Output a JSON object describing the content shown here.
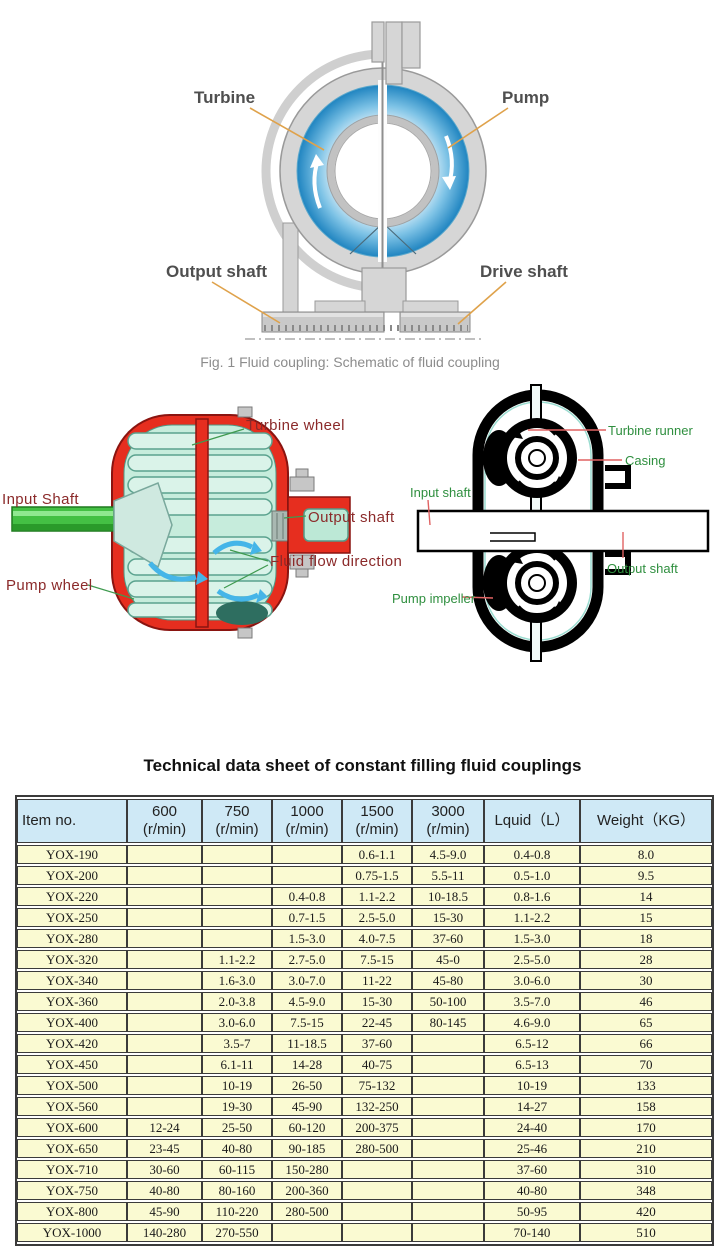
{
  "figure1": {
    "labels": {
      "turbine": "Turbine",
      "pump": "Pump",
      "output_shaft": "Output shaft",
      "drive_shaft": "Drive shaft"
    },
    "caption": "Fig. 1 Fluid coupling: Schematic of fluid coupling"
  },
  "figure2": {
    "labels": {
      "turbine_wheel": "Turbine wheel",
      "input_shaft": "Input Shaft",
      "output_shaft": "Output shaft",
      "fluid_flow": "Fluid flow direction",
      "pump_wheel": "Pump wheel"
    }
  },
  "figure3": {
    "labels": {
      "turbine_runner": "Turbine runner",
      "casing": "Casing",
      "input_shaft": "Input shaft",
      "output_shaft": "Output shaft",
      "pump_impeller": "Pump impeller"
    }
  },
  "table": {
    "title": "Technical data sheet of constant filling fluid couplings",
    "headers": [
      "Item no.",
      "600\n(r/min)",
      "750\n(r/min)",
      "1000\n(r/min)",
      "1500\n(r/min)",
      "3000\n(r/min)",
      "Lquid（L）",
      "Weight（KG）"
    ],
    "rows": [
      [
        "YOX-190",
        "",
        "",
        "",
        "0.6-1.1",
        "4.5-9.0",
        "0.4-0.8",
        "8.0"
      ],
      [
        "YOX-200",
        "",
        "",
        "",
        "0.75-1.5",
        "5.5-11",
        "0.5-1.0",
        "9.5"
      ],
      [
        "YOX-220",
        "",
        "",
        "0.4-0.8",
        "1.1-2.2",
        "10-18.5",
        "0.8-1.6",
        "14"
      ],
      [
        "YOX-250",
        "",
        "",
        "0.7-1.5",
        "2.5-5.0",
        "15-30",
        "1.1-2.2",
        "15"
      ],
      [
        "YOX-280",
        "",
        "",
        "1.5-3.0",
        "4.0-7.5",
        "37-60",
        "1.5-3.0",
        "18"
      ],
      [
        "YOX-320",
        "",
        "1.1-2.2",
        "2.7-5.0",
        "7.5-15",
        "45-0",
        "2.5-5.0",
        "28"
      ],
      [
        "YOX-340",
        "",
        "1.6-3.0",
        "3.0-7.0",
        "11-22",
        "45-80",
        "3.0-6.0",
        "30"
      ],
      [
        "YOX-360",
        "",
        "2.0-3.8",
        "4.5-9.0",
        "15-30",
        "50-100",
        "3.5-7.0",
        "46"
      ],
      [
        "YOX-400",
        "",
        "3.0-6.0",
        "7.5-15",
        "22-45",
        "80-145",
        "4.6-9.0",
        "65"
      ],
      [
        "YOX-420",
        "",
        "3.5-7",
        "11-18.5",
        "37-60",
        "",
        "6.5-12",
        "66"
      ],
      [
        "YOX-450",
        "",
        "6.1-11",
        "14-28",
        "40-75",
        "",
        "6.5-13",
        "70"
      ],
      [
        "YOX-500",
        "",
        "10-19",
        "26-50",
        "75-132",
        "",
        "10-19",
        "133"
      ],
      [
        "YOX-560",
        "",
        "19-30",
        "45-90",
        "132-250",
        "",
        "14-27",
        "158"
      ],
      [
        "YOX-600",
        "12-24",
        "25-50",
        "60-120",
        "200-375",
        "",
        "24-40",
        "170"
      ],
      [
        "YOX-650",
        "23-45",
        "40-80",
        "90-185",
        "280-500",
        "",
        "25-46",
        "210"
      ],
      [
        "YOX-710",
        "30-60",
        "60-115",
        "150-280",
        "",
        "",
        "37-60",
        "310"
      ],
      [
        "YOX-750",
        "40-80",
        "80-160",
        "200-360",
        "",
        "",
        "40-80",
        "348"
      ],
      [
        "YOX-800",
        "45-90",
        "110-220",
        "280-500",
        "",
        "",
        "50-95",
        "420"
      ],
      [
        "YOX-1000",
        "140-280",
        "270-550",
        "",
        "",
        "",
        "70-140",
        "510"
      ]
    ]
  },
  "colors": {
    "fig1-label": "#4f4f4f",
    "caption-gray": "#8c8c8c",
    "accent-orange": "#dfa24b",
    "fig1-blue": "#1f84c0",
    "fig2-label": "#8b2a2a",
    "fig2-leader": "#3f9a4f",
    "fig2-red": "#e62e1f",
    "fig2-mint": "#c6ecdc",
    "fig2-shaft-green": "#44c044",
    "fig3-label": "#2f8f3f",
    "fig3-leader": "#e06262",
    "table-header-bg": "#cfe9f6",
    "table-row-bg": "#fafad2",
    "table-border": "#3b3b3b"
  }
}
